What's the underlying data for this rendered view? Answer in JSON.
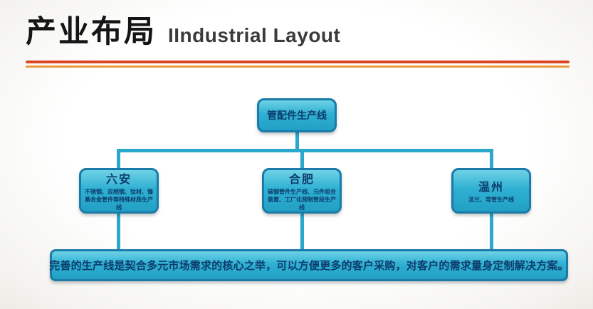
{
  "header": {
    "title_cn": "产业布局",
    "title_en": "IIndustrial Layout"
  },
  "diagram": {
    "root": {
      "label": "管配件生产线"
    },
    "branches": [
      {
        "name": "六安",
        "desc": "不锈钢、双相钢、钛材、镍基合金管件等特殊材质生产线"
      },
      {
        "name": "合肥",
        "desc": "碳钢管件生产线、元件组合装置、工厂化预制管段生产线"
      },
      {
        "name": "温州",
        "desc": "法兰、弯管生产线"
      }
    ],
    "summary": "完善的生产线是契合多元市场需求的核心之举，可以方便更多的客户采购，对客户的需求量身定制解决方案。"
  },
  "colors": {
    "box_fill": "#2fb0d3",
    "box_border": "#1a7aa9",
    "line": "#2aa9cd",
    "accent_red": "#dd4426",
    "accent_orange": "#e99a3e",
    "text_dark": "#0d3c6b"
  }
}
